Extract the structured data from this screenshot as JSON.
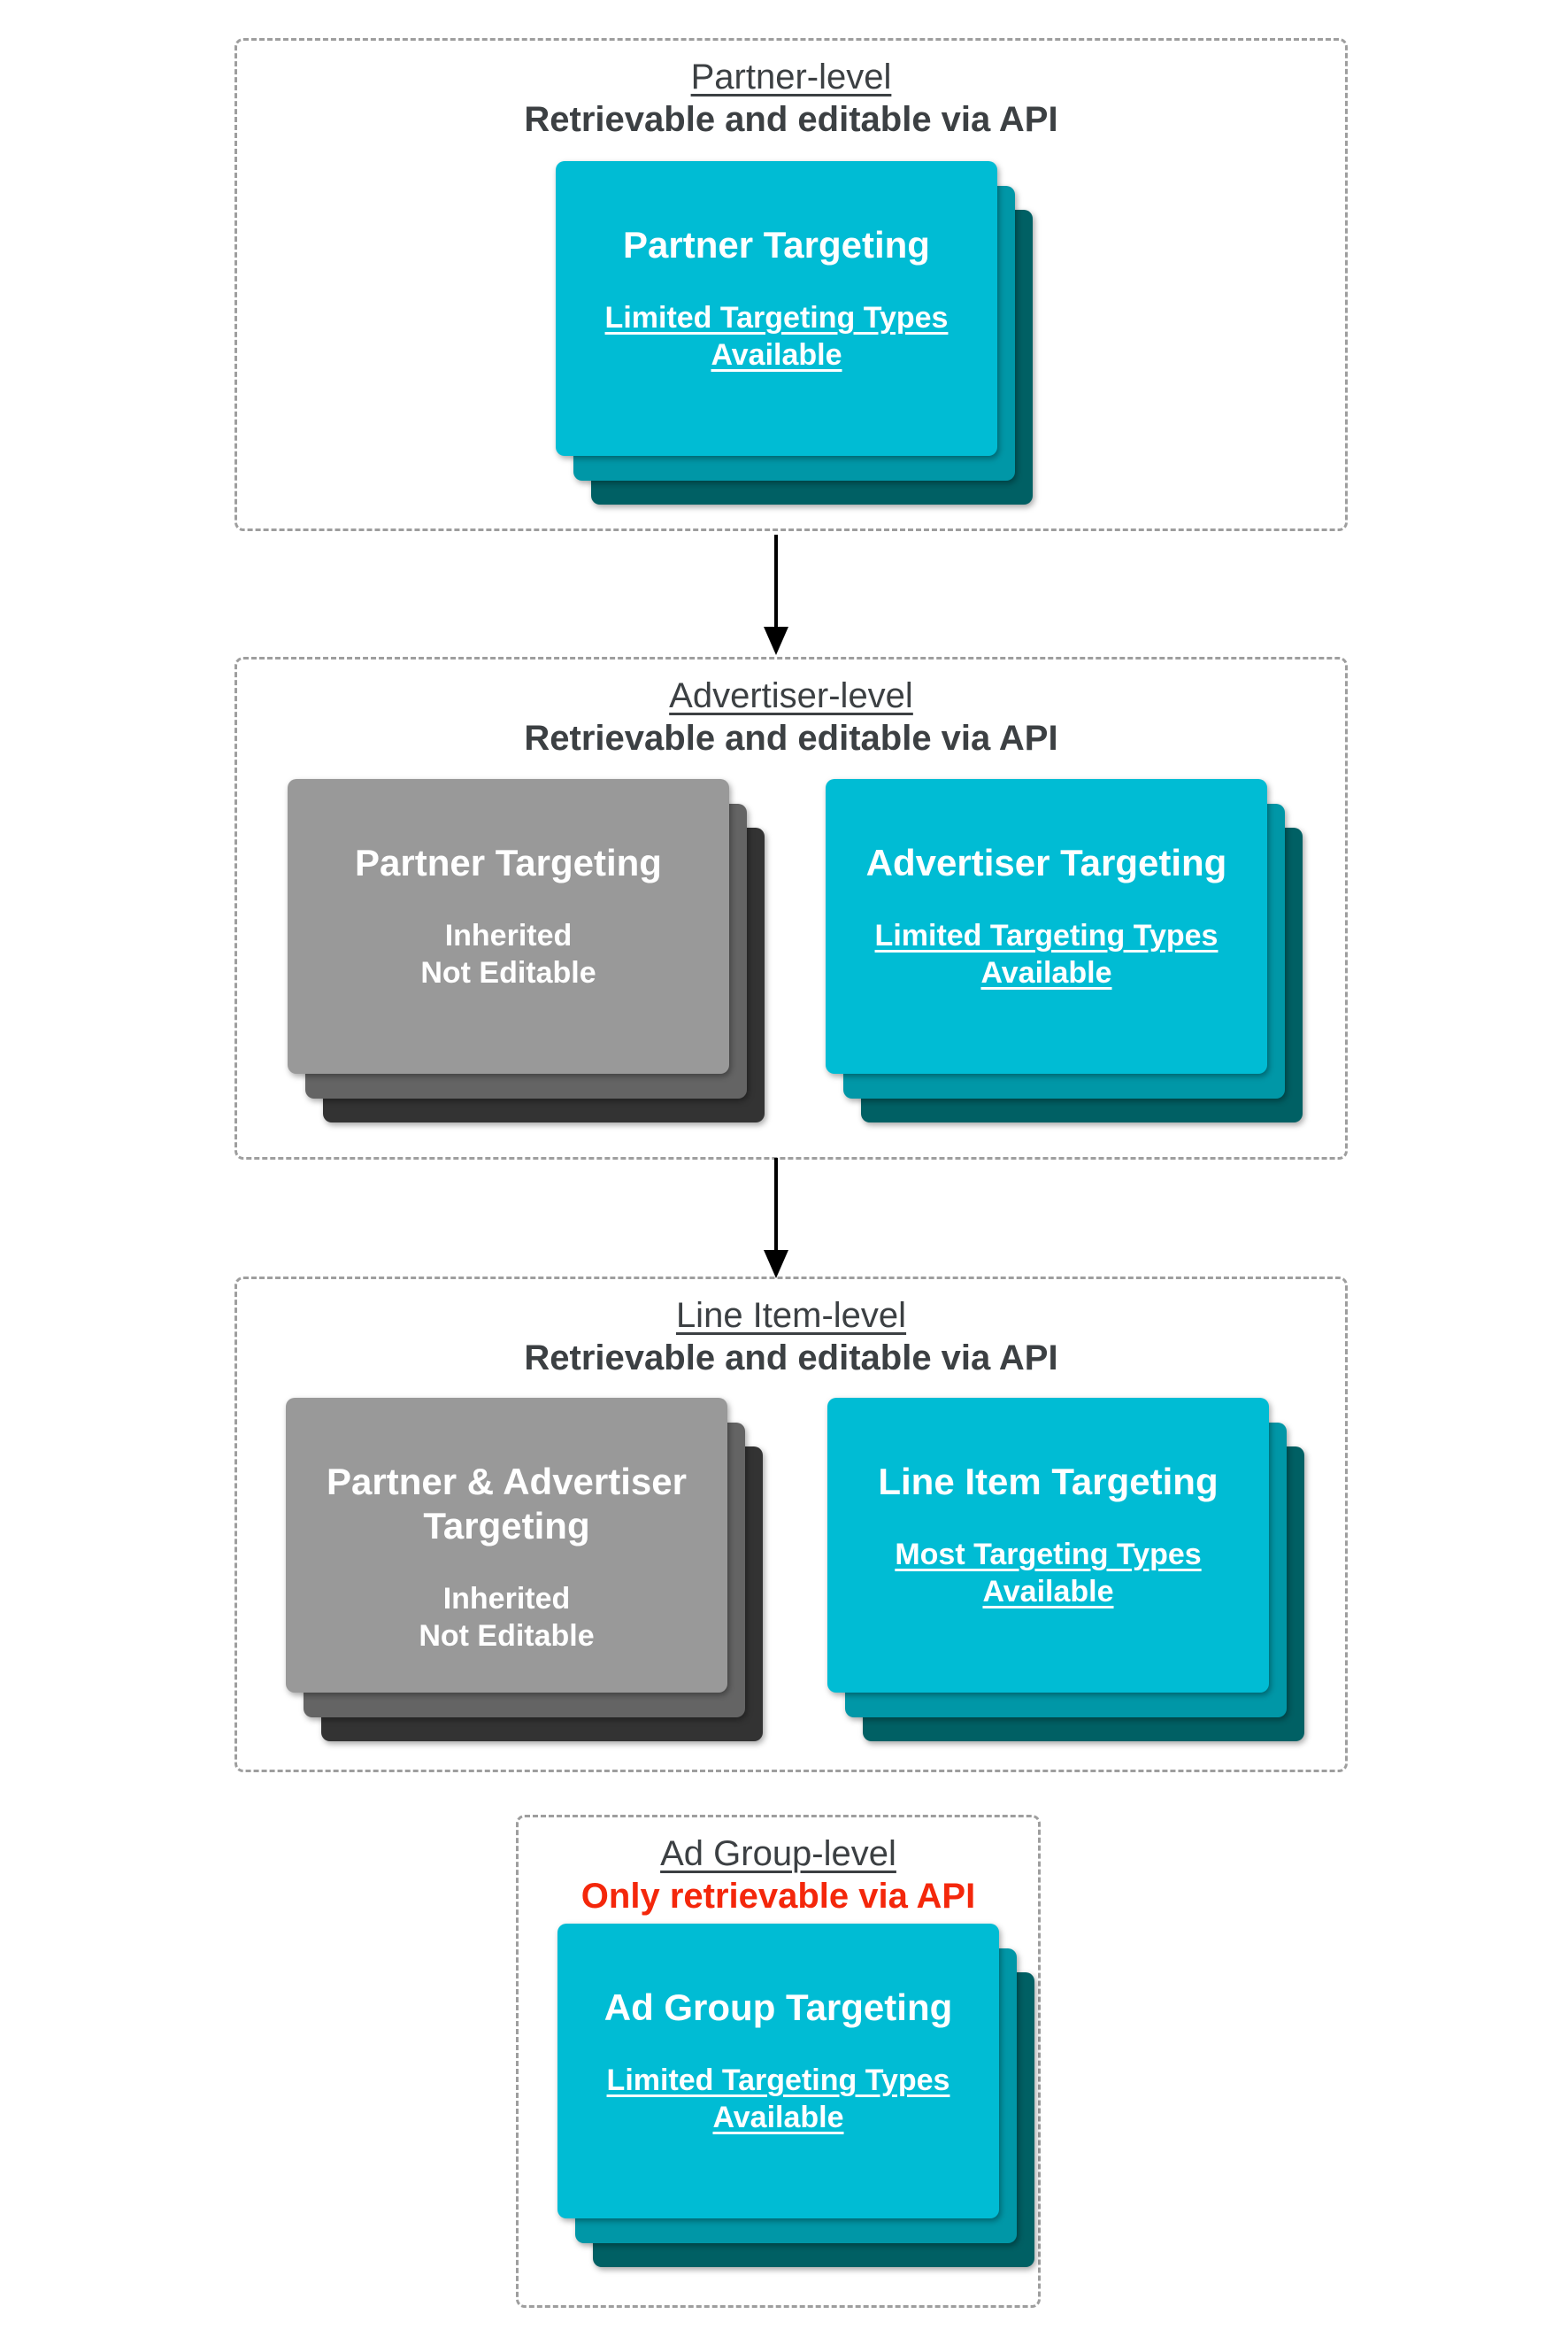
{
  "colors": {
    "background": "#FFFFFF",
    "section_border": "#9E9E9E",
    "section_text": "#3C4043",
    "red_subtitle": "#F4270B",
    "card_text": "#FFFFFF",
    "cyan_card_front": "#00BCD4",
    "cyan_card_middle": "#0097A7",
    "cyan_card_back": "#006064",
    "gray_card_front": "#999999",
    "gray_card_middle": "#646464",
    "gray_card_back": "#333333",
    "arrow": "#000000"
  },
  "arrows": {
    "count": 2,
    "direction": "down"
  },
  "sections": [
    {
      "name": "partner-level",
      "title": "Partner-level",
      "subtitle": "Retrievable and editable via API",
      "cards": [
        {
          "variant": "cyan",
          "title": "Partner Targeting",
          "subtitle": "Limited Targeting Types Available"
        }
      ]
    },
    {
      "name": "advertiser-level",
      "title": "Advertiser-level",
      "subtitle": "Retrievable and editable via API",
      "cards": [
        {
          "variant": "gray",
          "title": "Partner Targeting",
          "line1": "Inherited",
          "line2": "Not Editable"
        },
        {
          "variant": "cyan",
          "title": "Advertiser Targeting",
          "subtitle": "Limited Targeting Types Available"
        }
      ]
    },
    {
      "name": "line-item-level",
      "title": "Line Item-level",
      "subtitle": "Retrievable and editable via API",
      "cards": [
        {
          "variant": "gray",
          "title": "Partner & Advertiser Targeting",
          "line1": "Inherited",
          "line2": "Not Editable"
        },
        {
          "variant": "cyan",
          "title": "Line Item Targeting",
          "subtitle": "Most Targeting Types Available"
        }
      ]
    },
    {
      "name": "ad-group-level",
      "title": "Ad Group-level",
      "subtitle": "Only retrievable via API",
      "subtitle_color": "#F4270B",
      "cards": [
        {
          "variant": "cyan",
          "title": "Ad Group Targeting",
          "subtitle": "Limited Targeting Types Available"
        }
      ]
    }
  ]
}
